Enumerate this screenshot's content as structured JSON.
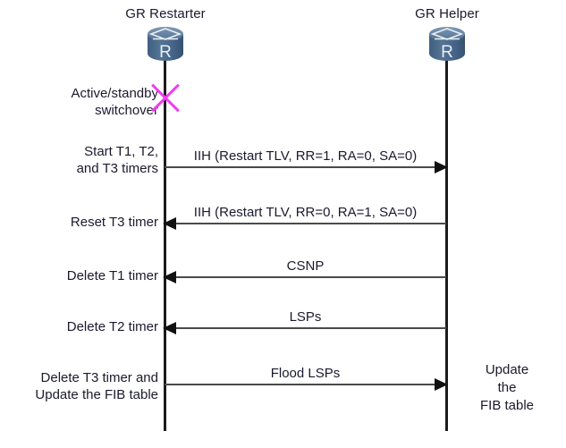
{
  "diagram": {
    "type": "sequence-diagram",
    "title_visible": false,
    "colors": {
      "lifeline": "#1b1b1b",
      "arrow": "#4a4a4a",
      "text": "#1a1a2e",
      "switchover_x": "#f23bf2",
      "router_icon": "#4a6b8a"
    }
  },
  "actors": [
    {
      "id": "gr-restarter",
      "title": "GR Restarter",
      "icon": "router-icon",
      "icon_letter": "R"
    },
    {
      "id": "gr-helper",
      "title": "GR Helper",
      "icon": "router-icon",
      "icon_letter": "R"
    }
  ],
  "events": {
    "switchover": {
      "label": "Active/standby\nswitchover",
      "marker": "x-mark"
    }
  },
  "messages": [
    {
      "id": "msg-iih-restart-rr1",
      "label": "IIH (Restart TLV, RR=1, RA=0, SA=0)",
      "direction": "right",
      "left_note": "Start T1,  T2,\nand T3 timers"
    },
    {
      "id": "msg-iih-restart-ra1",
      "label": "IIH (Restart TLV, RR=0, RA=1, SA=0)",
      "direction": "left",
      "left_note": "Reset T3 timer"
    },
    {
      "id": "msg-csnp",
      "label": "CSNP",
      "direction": "left",
      "left_note": "Delete T1 timer"
    },
    {
      "id": "msg-lsps",
      "label": "LSPs",
      "direction": "left",
      "left_note": "Delete T2 timer"
    },
    {
      "id": "msg-flood-lsps",
      "label": "Flood LSPs",
      "direction": "right",
      "left_note": "Delete T3 timer  and\nUpdate the FIB table"
    }
  ],
  "helper_note": "Update\nthe\nFIB table"
}
